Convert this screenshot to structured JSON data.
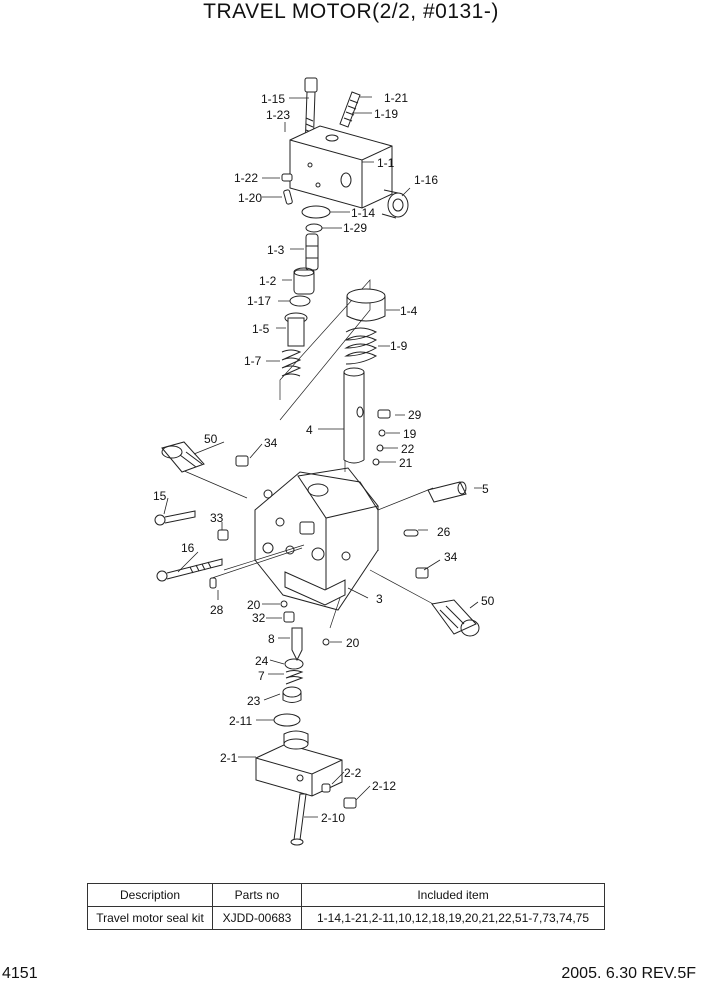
{
  "title": "TRAVEL MOTOR(2/2, #0131-)",
  "callouts": [
    "1-15",
    "1-21",
    "1-23",
    "1-19",
    "1-1",
    "1-22",
    "1-16",
    "1-20",
    "1-14",
    "1-29",
    "1-3",
    "1-2",
    "1-17",
    "1-4",
    "1-5",
    "1-9",
    "1-7",
    "29",
    "4",
    "19",
    "22",
    "21",
    "50",
    "34",
    "5",
    "15",
    "33",
    "26",
    "16",
    "34",
    "28",
    "50",
    "20",
    "3",
    "32",
    "8",
    "20",
    "24",
    "7",
    "23",
    "2-11",
    "2-1",
    "2-2",
    "2-12",
    "2-10"
  ],
  "kit_table": {
    "headers": [
      "Description",
      "Parts no",
      "Included item"
    ],
    "rows": [
      [
        "Travel motor seal kit",
        "XJDD-00683",
        "1-14,1-21,2-11,10,12,18,19,20,21,22,51-7,73,74,75"
      ]
    ]
  },
  "footer": {
    "page": "4151",
    "date_rev": "2005. 6.30  REV.5F"
  }
}
